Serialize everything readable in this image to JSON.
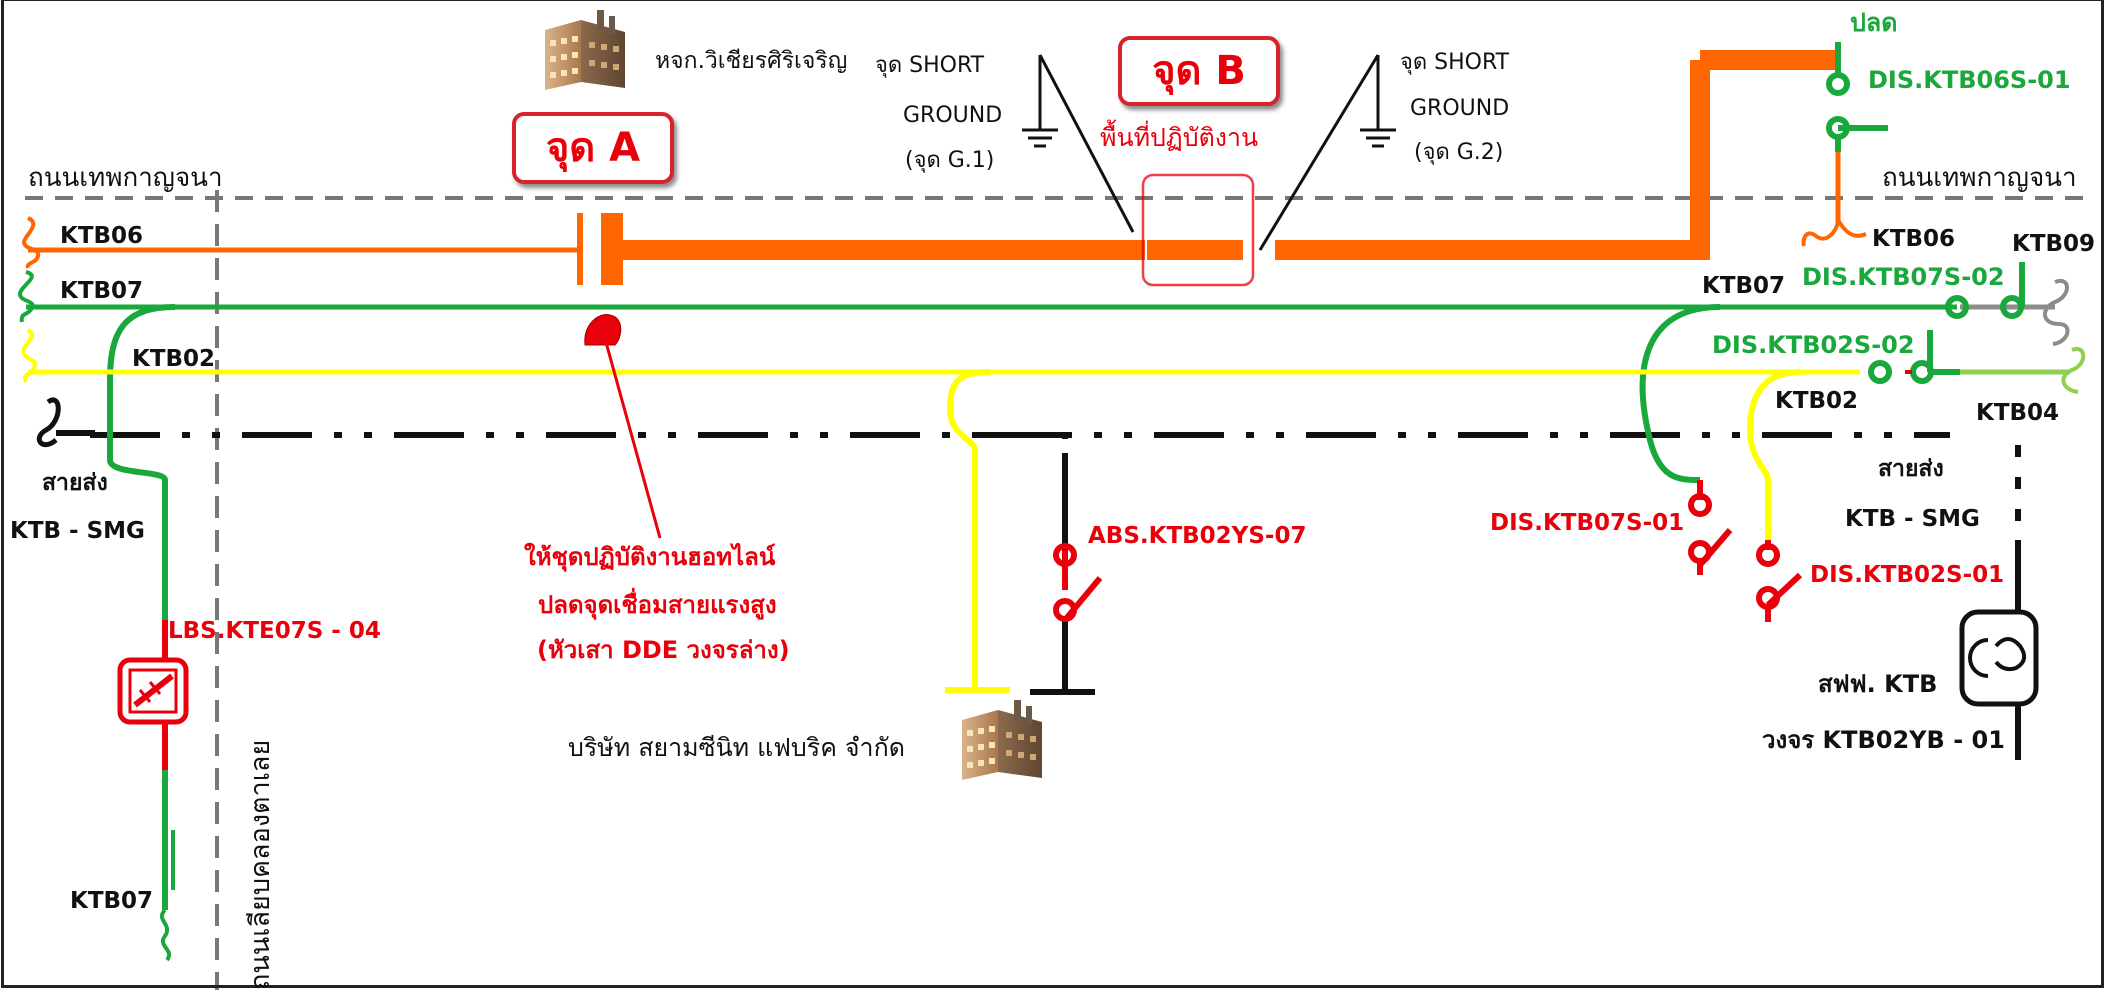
{
  "labels": {
    "road_top_left": "ถนนเทพกาญจนา",
    "road_top_right": "ถนนเทพกาญจนา",
    "road_vertical": "ถนนเลียบคลองตาเลย",
    "factory_top": "หจก.วิเชียรศิริเจริญ",
    "factory_bottom": "บริษัท สยามซีนิท แฟบริค จำกัด",
    "point_a": "จุด A",
    "point_b": "จุด B",
    "work_area": "พื้นที่ปฏิบัติงาน",
    "ground1_line1": "จุด SHORT",
    "ground1_line2": "GROUND",
    "ground1_line3": "(จุด G.1)",
    "ground2_line1": "จุด SHORT",
    "ground2_line2": "GROUND",
    "ground2_line3": "(จุด G.2)",
    "annotation_line1": "ให้ชุดปฏิบัติงานฮอทไลน์",
    "annotation_line2": "ปลดจุดเชื่อมสายแรงสูง",
    "annotation_line3": "(หัวเสา DDE วงจรล่าง)",
    "open_status": "ปลด",
    "left_ktb06": "KTB06",
    "left_ktb07": "KTB07",
    "left_ktb02": "KTB02",
    "left_trans1": "สายส่ง",
    "left_trans2": "KTB - SMG",
    "bottom_ktb07": "KTB07",
    "lbs_switch": "LBS.KTE07S - 04",
    "abs_switch": "ABS.KTB02YS-07",
    "dis_ktb06s01": "DIS.KTB06S-01",
    "dis_ktb07s02": "DIS.KTB07S-02",
    "dis_ktb02s02": "DIS.KTB02S-02",
    "dis_ktb07s01": "DIS.KTB07S-01",
    "dis_ktb02s01": "DIS.KTB02S-01",
    "right_ktb06": "KTB06",
    "right_ktb09": "KTB09",
    "right_ktb07": "KTB07",
    "right_ktb02": "KTB02",
    "right_ktb04": "KTB04",
    "right_trans1": "สายส่ง",
    "right_trans2": "KTB - SMG",
    "substation": "สฟฟ. KTB",
    "circuit": "วงจร KTB02YB - 01"
  },
  "colors": {
    "ktb06": "#ff6600",
    "ktb07": "#1aa83c",
    "ktb02": "#ffff00",
    "ktb04": "#8fd14f",
    "ktb09": "#8c8c8c",
    "transmission": "#111111",
    "alert": "#e8000b"
  },
  "icons": [
    "factory-icon",
    "ground-icon",
    "substation-icon",
    "switch-icon",
    "lbs-icon",
    "hot-clamp-icon"
  ]
}
